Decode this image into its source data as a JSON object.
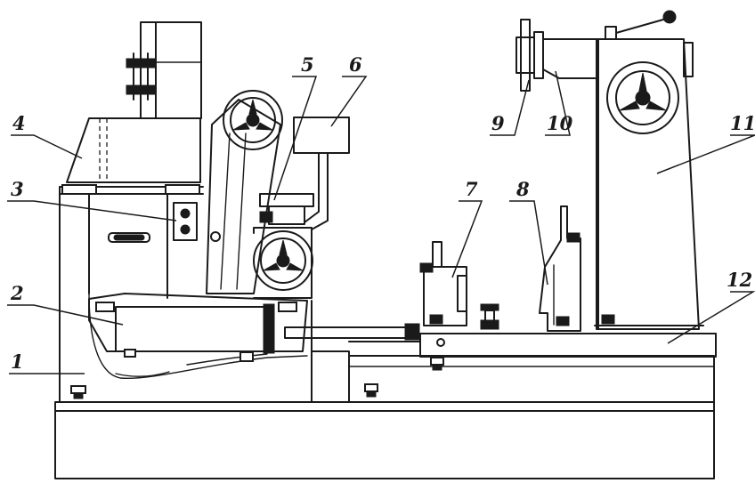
{
  "callouts": [
    {
      "id": "1",
      "text": "1"
    },
    {
      "id": "2",
      "text": "2"
    },
    {
      "id": "3",
      "text": "3"
    },
    {
      "id": "4",
      "text": "4"
    },
    {
      "id": "5",
      "text": "5"
    },
    {
      "id": "6",
      "text": "6"
    },
    {
      "id": "7",
      "text": "7"
    },
    {
      "id": "8",
      "text": "8"
    },
    {
      "id": "9",
      "text": "9"
    },
    {
      "id": "10",
      "text": "10"
    },
    {
      "id": "11",
      "text": "11"
    },
    {
      "id": "12",
      "text": "12"
    }
  ],
  "colors": {
    "ink": "#1a1a1a",
    "paper": "#ffffff"
  }
}
